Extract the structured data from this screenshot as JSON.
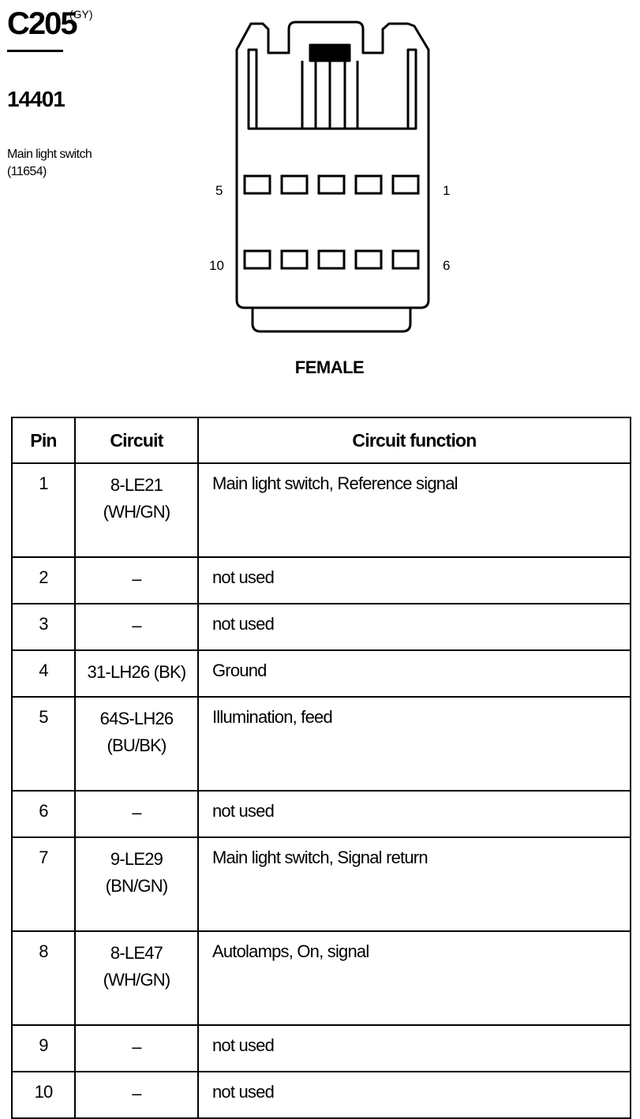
{
  "header": {
    "connector_id": "C205",
    "color_code": "(GY)",
    "part_number": "14401",
    "description_line1": "Main light switch",
    "description_line2": "(11654)"
  },
  "diagram": {
    "gender": "FEMALE",
    "pin_labels": {
      "top_left": "5",
      "top_right": "1",
      "bottom_left": "10",
      "bottom_right": "6"
    }
  },
  "table": {
    "headers": [
      "Pin",
      "Circuit",
      "Circuit function"
    ],
    "rows": [
      {
        "pin": "1",
        "circuit_line1": "8-LE21",
        "circuit_line2": "(WH/GN)",
        "function": "Main light switch, Reference signal"
      },
      {
        "pin": "2",
        "circuit_line1": "–",
        "circuit_line2": "",
        "function": "not used"
      },
      {
        "pin": "3",
        "circuit_line1": "–",
        "circuit_line2": "",
        "function": "not used"
      },
      {
        "pin": "4",
        "circuit_line1": "31-LH26 (BK)",
        "circuit_line2": "",
        "function": "Ground"
      },
      {
        "pin": "5",
        "circuit_line1": "64S-LH26",
        "circuit_line2": "(BU/BK)",
        "function": "Illumination, feed"
      },
      {
        "pin": "6",
        "circuit_line1": "–",
        "circuit_line2": "",
        "function": "not used"
      },
      {
        "pin": "7",
        "circuit_line1": "9-LE29",
        "circuit_line2": "(BN/GN)",
        "function": "Main light switch, Signal return"
      },
      {
        "pin": "8",
        "circuit_line1": "8-LE47",
        "circuit_line2": "(WH/GN)",
        "function": "Autolamps, On, signal"
      },
      {
        "pin": "9",
        "circuit_line1": "–",
        "circuit_line2": "",
        "function": "not used"
      },
      {
        "pin": "10",
        "circuit_line1": "–",
        "circuit_line2": "",
        "function": "not used"
      }
    ]
  }
}
